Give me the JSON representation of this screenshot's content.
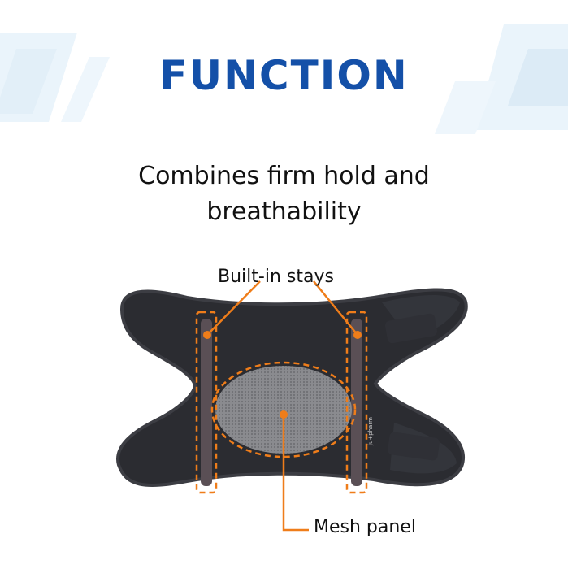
{
  "header": {
    "title": "FUNCTION"
  },
  "subtitle": "Combines firm hold and breathability",
  "callouts": {
    "stays": "Built-in stays",
    "mesh": "Mesh panel"
  },
  "brand_tag": "ju+pharm",
  "colors": {
    "title": "#1450a8",
    "callout_line": "#ef7d1a",
    "brace": "#2b2c31",
    "background": "#ffffff"
  },
  "icons": {
    "background": "light-blue-stripes-decoration",
    "product": "knee-brace-illustration"
  }
}
